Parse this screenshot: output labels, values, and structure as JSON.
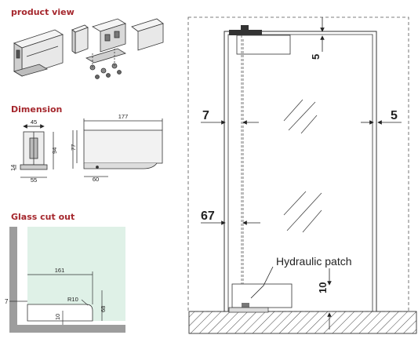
{
  "sections": {
    "product_view": "product view",
    "dimension": "Dimension",
    "glass_cut_out": "Glass cut out"
  },
  "dimension": {
    "w45": "45",
    "h94": "94",
    "h77": "77",
    "h14": "14",
    "w55": "55",
    "w177": "177",
    "w60": "60"
  },
  "cutout": {
    "w161": "161",
    "r10": "R10",
    "h68": "68",
    "h10": "10",
    "w7": "7"
  },
  "door": {
    "top_gap": "5",
    "side_left": "7",
    "side_right": "5",
    "mid_left": "67",
    "bottom_gap": "10",
    "callout": "Hydraulic patch"
  },
  "colors": {
    "accent": "#a5272d",
    "glass": "#dff1e7",
    "frame": "#9c9c9c"
  }
}
